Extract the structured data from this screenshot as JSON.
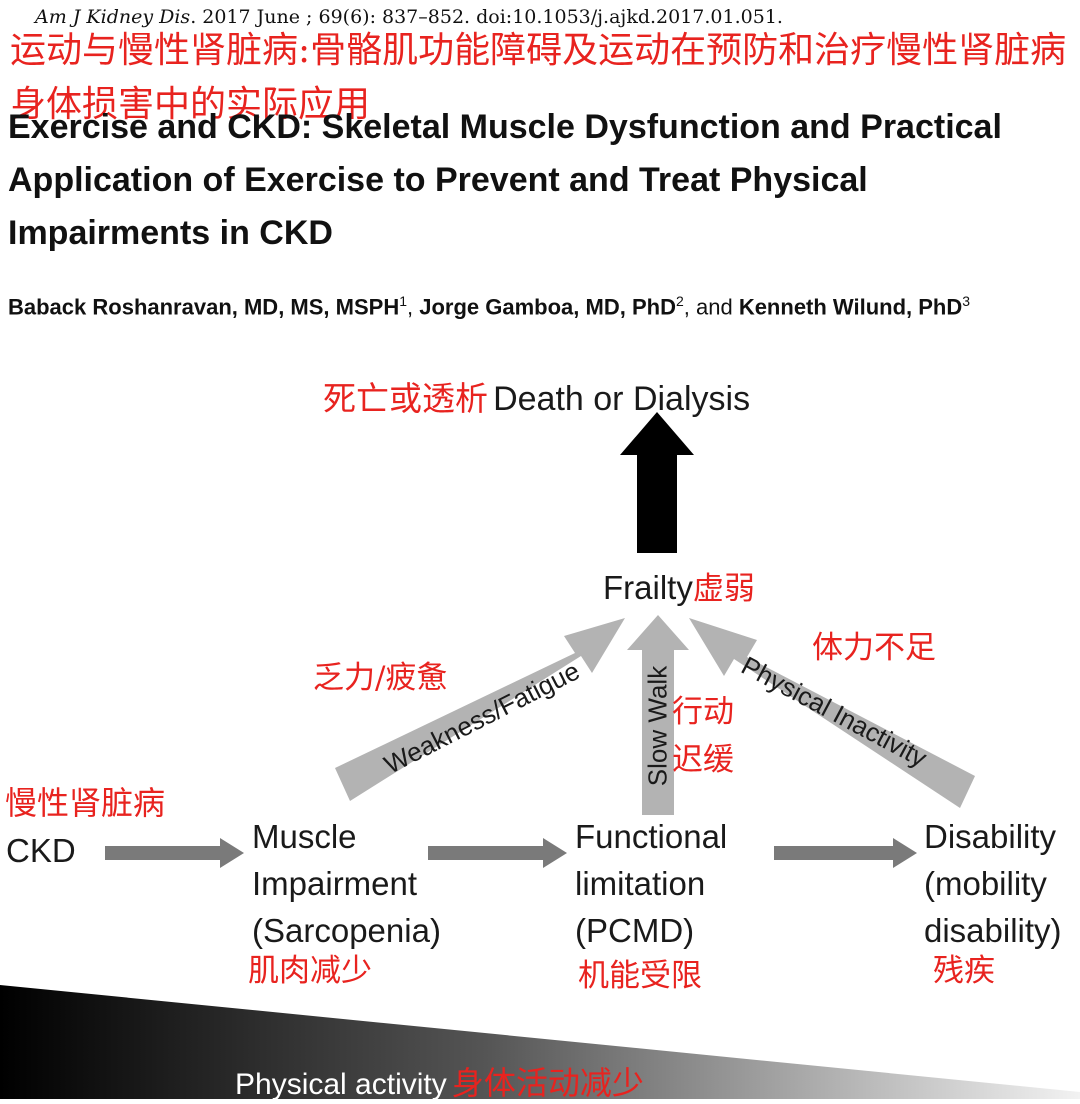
{
  "header": {
    "journal": "Am J Kidney Dis",
    "citation_rest": ". 2017 June ; 69(6): 837–852. doi:10.1053/j.ajkd.2017.01.051.",
    "title_zh": "运动与慢性肾脏病:骨骼肌功能障碍及运动在预防和治疗慢性肾脏病身体损害中的实际应用",
    "title_en": "Exercise and CKD: Skeletal Muscle Dysfunction and Practical Application of Exercise to Prevent and Treat Physical Impairments in CKD"
  },
  "authors": [
    {
      "name": "Baback Roshanravan, MD, MS, MSPH",
      "sup": "1",
      "after": ", "
    },
    {
      "name": "Jorge Gamboa, MD, PhD",
      "sup": "2",
      "after": ", and "
    },
    {
      "name": "Kenneth Wilund, PhD",
      "sup": "3",
      "after": ""
    }
  ],
  "diagram": {
    "top": {
      "zh": "死亡或透析",
      "en": "Death or Dialysis"
    },
    "frailty": {
      "en": "Frailty",
      "zh": "虚弱"
    },
    "weakness": {
      "en": "Weakness/Fatigue",
      "zh": "乏力/疲惫"
    },
    "slow_walk": {
      "en": "Slow Walk",
      "zh_1": "行动",
      "zh_2": "迟缓"
    },
    "inactivity": {
      "en": "Physical Inactivity",
      "zh": "体力不足"
    },
    "ckd": {
      "zh": "慢性肾脏病",
      "en": "CKD"
    },
    "muscle": {
      "line1": "Muscle",
      "line2": "Impairment",
      "line3": "(Sarcopenia)",
      "zh": "肌肉减少"
    },
    "functional": {
      "line1": "Functional",
      "line2": "limitation",
      "line3": "(PCMD)",
      "zh": "机能受限"
    },
    "disability": {
      "line1": "Disability",
      "line2": "(mobility",
      "line3": "disability)",
      "zh": "残疾"
    },
    "activity": {
      "en": "Physical activity",
      "zh": "身体活动减少"
    },
    "colors": {
      "arrow_black": "#000000",
      "arrow_gray": "#b3b3b3",
      "flow_arrow": "#7a7a7a",
      "red_text": "#e8231f"
    }
  }
}
